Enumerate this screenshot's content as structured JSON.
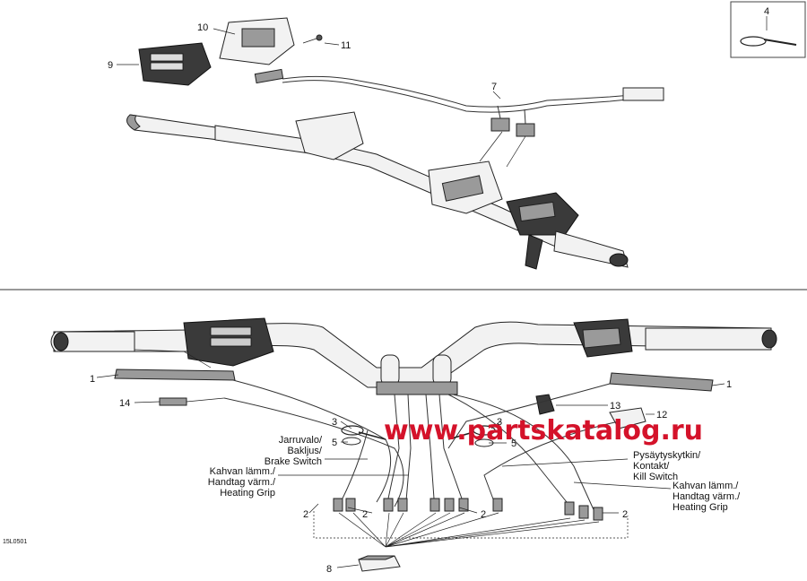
{
  "diagram": {
    "figure_id": "15L0501",
    "watermark": "www.partskatalog.ru",
    "callouts": {
      "c1_left": "1",
      "c1_right": "1",
      "c2_a": "2",
      "c2_b": "2",
      "c2_c": "2",
      "c2_d": "2",
      "c3_left": "3",
      "c3_right": "3",
      "c4": "4",
      "c5_left": "5",
      "c5_right": "5",
      "c7": "7",
      "c8": "8",
      "c9": "9",
      "c10": "10",
      "c11": "11",
      "c12": "12",
      "c13": "13",
      "c14": "14"
    },
    "labels": {
      "brake_switch": [
        "Jarruvalo/",
        "Bakljus/",
        "Brake Switch"
      ],
      "heating_grip_left": [
        "Kahvan lämm./",
        "Handtag värm./",
        "Heating Grip"
      ],
      "kill_switch": [
        "Pysäytyskytkin/",
        "Kontakt/",
        "Kill Switch"
      ],
      "heating_grip_right": [
        "Kahvan lämm./",
        "Handtag värm./",
        "Heating Grip"
      ]
    }
  }
}
